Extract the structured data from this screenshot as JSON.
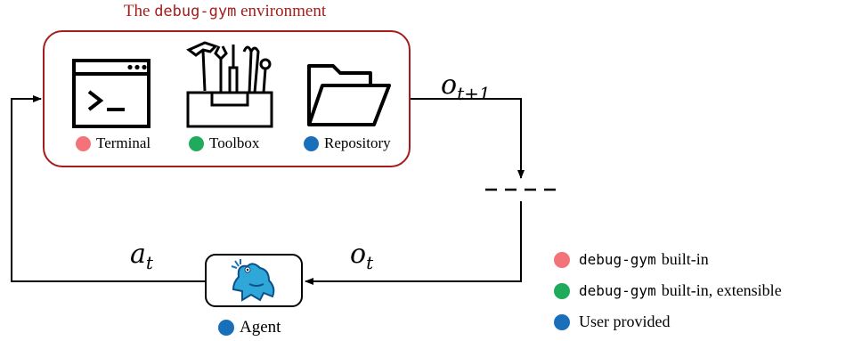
{
  "environment": {
    "title_prefix": "The",
    "title_code": "debug-gym",
    "title_suffix": "environment",
    "components": [
      {
        "label": "Terminal",
        "icon": "terminal-icon",
        "color": "#f4737a"
      },
      {
        "label": "Toolbox",
        "icon": "toolbox-icon",
        "color": "#1fab5b"
      },
      {
        "label": "Repository",
        "icon": "folder-icon",
        "color": "#1a6fba"
      }
    ]
  },
  "signals": {
    "observation_next_base": "o",
    "observation_next_sub": "t+1",
    "observation_base": "o",
    "observation_sub": "t",
    "action_base": "a",
    "action_sub": "t"
  },
  "agent": {
    "label": "Agent",
    "icon": "frog-icon",
    "color": "#1a6fba"
  },
  "legend": [
    {
      "code": "debug-gym",
      "text": "built-in",
      "color": "#f4737a"
    },
    {
      "code": "debug-gym",
      "text": "built-in, extensible",
      "color": "#1fab5b"
    },
    {
      "code": "",
      "text": "User provided",
      "color": "#1a6fba"
    }
  ]
}
